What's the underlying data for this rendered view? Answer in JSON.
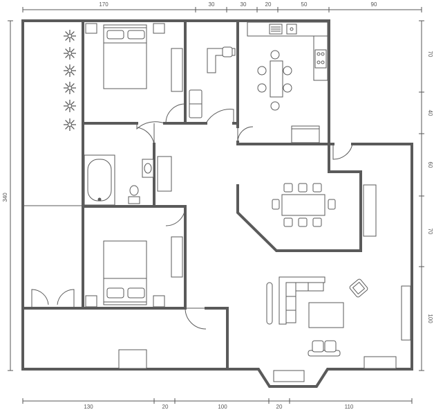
{
  "dimensions": {
    "top": [
      "170",
      "30",
      "30",
      "20",
      "50",
      "90"
    ],
    "bottom": [
      "130",
      "20",
      "100",
      "20",
      "110"
    ],
    "left": [
      "340"
    ],
    "right": [
      "70",
      "40",
      "60",
      "70",
      "100"
    ]
  },
  "colors": {
    "wall": "#5a5a5a",
    "dimension": "#555555",
    "background": "#ffffff"
  },
  "icons": [
    "plant-icon",
    "double-bed-icon",
    "bathtub-icon",
    "toilet-icon",
    "sink-icon",
    "stove-icon",
    "kitchen-sink-icon",
    "sofa-icon",
    "armchair-icon",
    "dining-table-icon",
    "desk-chair-icon",
    "door-swing-icon"
  ]
}
